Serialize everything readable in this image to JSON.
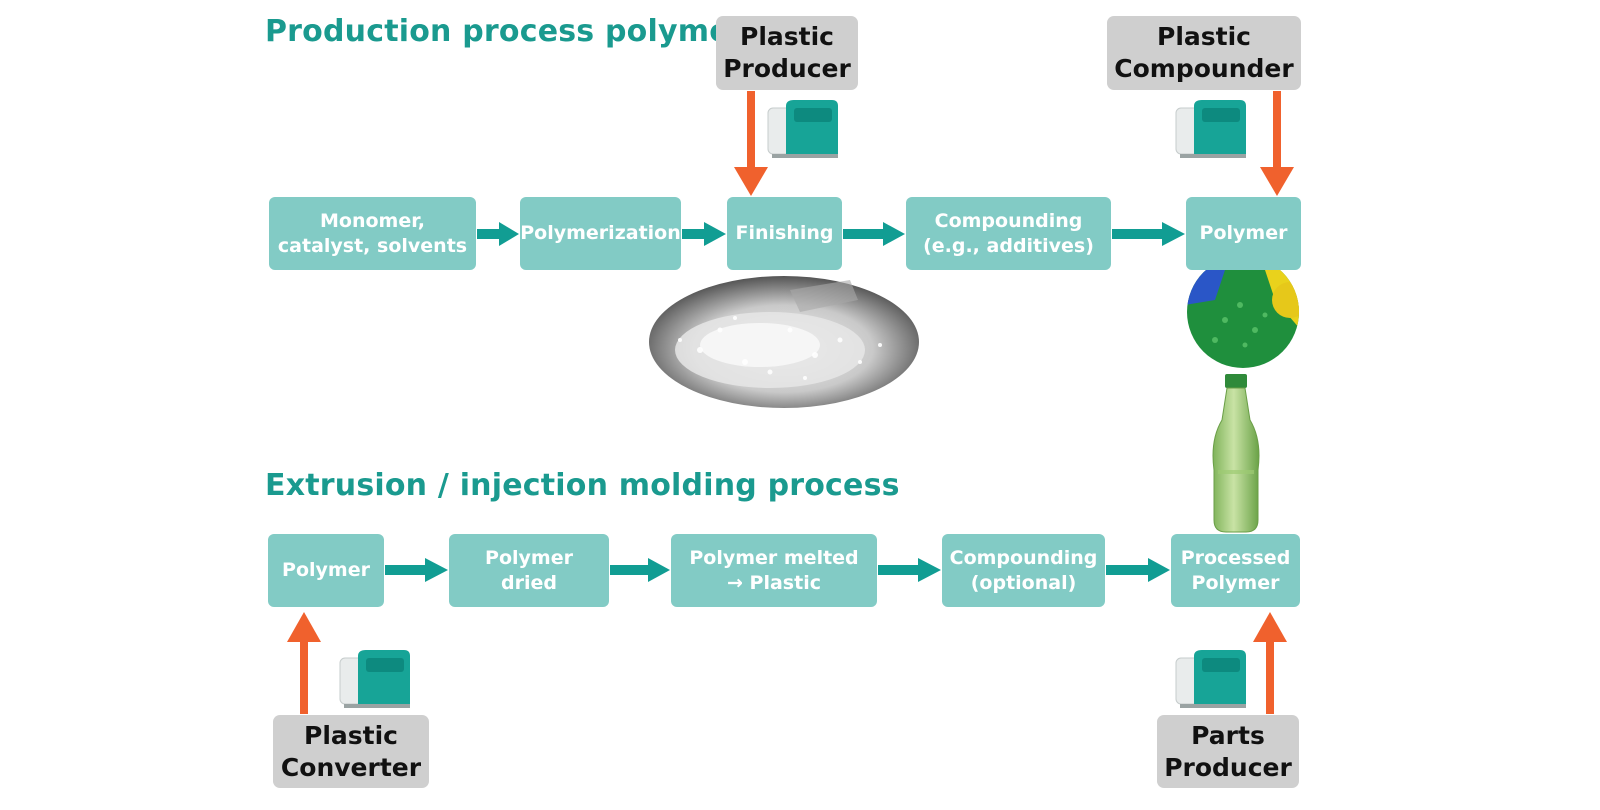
{
  "section1": {
    "heading": "Production process polymers",
    "steps": [
      "Monomer,\ncatalyst, solvents",
      "Polymerization",
      "Finishing",
      "Compounding\n(e.g., additives)",
      "Polymer"
    ],
    "actors": [
      "Plastic\nProducer",
      "Plastic\nCompounder"
    ]
  },
  "section2": {
    "heading": "Extrusion / injection molding process",
    "steps": [
      "Polymer",
      "Polymer dried",
      "Polymer melted\n→ Plastic",
      "Compounding\n(optional)",
      "Processed\nPolymer"
    ],
    "actors": [
      "Plastic\nConverter",
      "Parts\nProducer"
    ]
  },
  "colors": {
    "heading": "#1a9a8f",
    "step_box": "#82cbc5",
    "flow_arrow": "#119d93",
    "actor_box": "#cfcfcf",
    "actor_arrow": "#f0612d"
  },
  "icons": {
    "instrument": "analyzer-instrument-icon",
    "pellets": "clear-pellets-image",
    "granules": "colored-granules-image",
    "bottle": "green-bottle-image"
  }
}
